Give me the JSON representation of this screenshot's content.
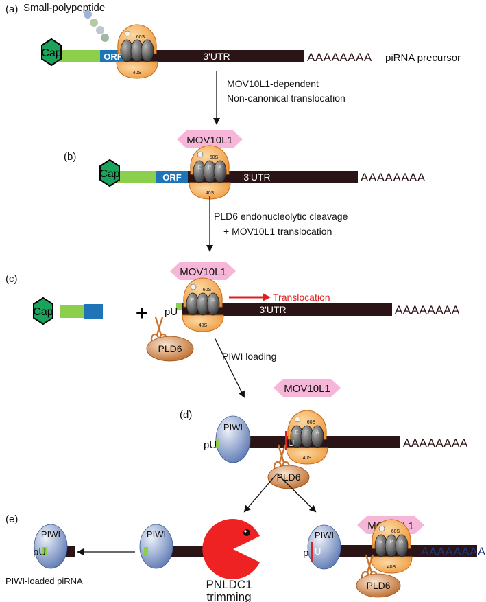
{
  "panels": {
    "a": {
      "tag": "(a)",
      "peptide_label": "Small-polypeptide",
      "cap": "Cap",
      "orf": "ORF",
      "utr": "3'UTR",
      "polyA": "AAAAAAAA",
      "precursor_label": "piRNA precursor",
      "ribosome_large": "60S",
      "ribosome_small": "40S"
    },
    "step_ab": {
      "line1": "MOV10L1-dependent",
      "line2": "Non-canonical translocation"
    },
    "b": {
      "tag": "(b)",
      "mov10l1": "MOV10L1",
      "cap": "Cap",
      "orf": "ORF",
      "utr": "3'UTR",
      "polyA": "AAAAAAAA",
      "ribosome_large": "60S",
      "ribosome_small": "40S",
      "sites": [
        "E",
        "P",
        "A"
      ]
    },
    "step_bc": {
      "line1": "PLD6 endonucleolytic cleavage",
      "line2": "+ MOV10L1 translocation"
    },
    "c": {
      "tag": "(c)",
      "cap": "Cap",
      "plus": "+",
      "mov10l1": "MOV10L1",
      "pU": "pU",
      "translocation": "Translocation",
      "utr": "3'UTR",
      "polyA": "AAAAAAAA",
      "pld6": "PLD6",
      "ribosome_large": "60S",
      "ribosome_small": "40S",
      "sites": [
        "E",
        "P",
        "A"
      ]
    },
    "step_cd": {
      "line1": "PIWI loading"
    },
    "d": {
      "tag": "(d)",
      "piwi": "PIWI",
      "pU": "pU",
      "U": "U",
      "mov10l1": "MOV10L1",
      "polyA": "AAAAAAAA",
      "pld6": "PLD6",
      "ribosome_large": "60S",
      "ribosome_small": "40S",
      "sites": [
        "E",
        "P",
        "A"
      ]
    },
    "e": {
      "tag": "(e)",
      "piwi_left": "PIWI",
      "pU_left": "pU",
      "loaded_label": "PIWI-loaded piRNA",
      "piwi_mid": "PIWI",
      "pnldc1_line1": "PNLDC1",
      "pnldc1_line2": "trimming",
      "piwi_right": "PIWI",
      "p_right": "p",
      "U_right": "U",
      "mov10l1": "MOV10L1",
      "polyA": "AAAAAAAA",
      "pld6": "PLD6",
      "ribosome_large": "60S",
      "ribosome_small": "40S",
      "sites": [
        "E",
        "P",
        "A"
      ]
    }
  },
  "colors": {
    "rna": "#2b1416",
    "cap": "#1aa35a",
    "utr5": "#8ccf4d",
    "orf": "#1f73b7",
    "ribosome": "#f2a34a",
    "mov10l1": "#f6b6d8",
    "piwi": "#8fa6cf",
    "pld6": "#c8742f",
    "pnldc1": "#ee2222",
    "translocation": "#e02020",
    "polyA_blue": "#1e3a7a"
  }
}
